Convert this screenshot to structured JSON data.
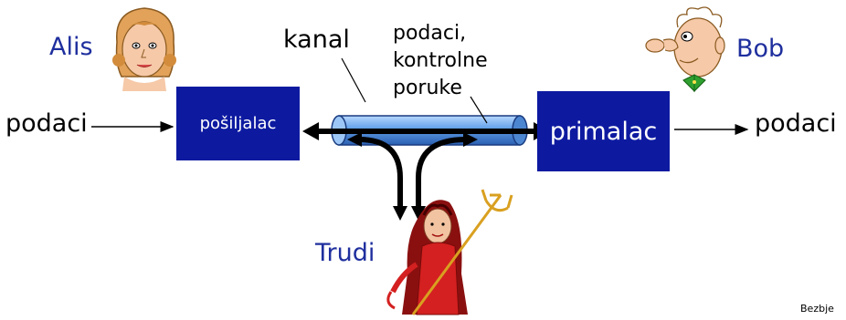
{
  "alice": {
    "name": "Alis"
  },
  "bob": {
    "name": "Bob"
  },
  "trudy": {
    "name": "Trudi"
  },
  "channel": {
    "label": "kanal"
  },
  "message": {
    "line1": "podaci,",
    "line2": "kontrolne",
    "line3": "poruke"
  },
  "sender": {
    "label": "pošiljalac"
  },
  "receiver": {
    "label": "primalac"
  },
  "data_in": {
    "label": "podaci"
  },
  "data_out": {
    "label": "podaci"
  },
  "footer": {
    "text": "Bezbje"
  },
  "colors": {
    "box": "#0d1aa0",
    "names": "#1f2f9e",
    "pipe": "#6fa8e8"
  }
}
